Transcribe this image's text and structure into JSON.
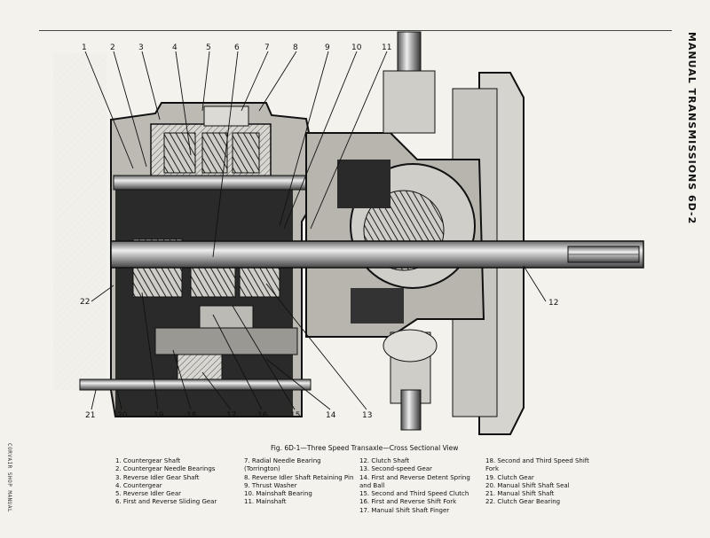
{
  "header": {
    "section_title": "MANUAL TRANSMISSIONS 6D-2",
    "footer_text": "CORVAIR SHOP MANUAL"
  },
  "figure": {
    "caption": "Fig. 6D-1—Three Speed Transaxle—Cross Sectional View",
    "callouts": [
      "1",
      "2",
      "3",
      "4",
      "5",
      "6",
      "7",
      "8",
      "9",
      "10",
      "11",
      "12",
      "13",
      "14",
      "15",
      "16",
      "17",
      "18",
      "19",
      "20",
      "21",
      "22"
    ]
  },
  "legend": {
    "col1": [
      "1. Countergear Shaft",
      "2. Countergear Needle Bearings",
      "3. Reverse Idler Gear Shaft",
      "4. Countergear",
      "5. Reverse Idler Gear",
      "6. First and Reverse Sliding Gear"
    ],
    "col2": [
      "7. Radial Needle Bearing (Torrington)",
      "8. Reverse Idler Shaft Retaining Pin",
      "9. Thrust Washer",
      "10. Mainshaft Bearing",
      "11. Mainshaft"
    ],
    "col3": [
      "12. Clutch Shaft",
      "13. Second-speed Gear",
      "14. First and Reverse Detent Spring and Ball",
      "15. Second and Third Speed Clutch",
      "16. First and Reverse Shift Fork",
      "17. Manual Shift Shaft Finger"
    ],
    "col4": [
      "18. Second and Third Speed Shift Fork",
      "19. Clutch Gear",
      "20. Manual Shift Shaft Seal",
      "21. Manual Shift Shaft",
      "22. Clutch Gear Bearing"
    ]
  }
}
